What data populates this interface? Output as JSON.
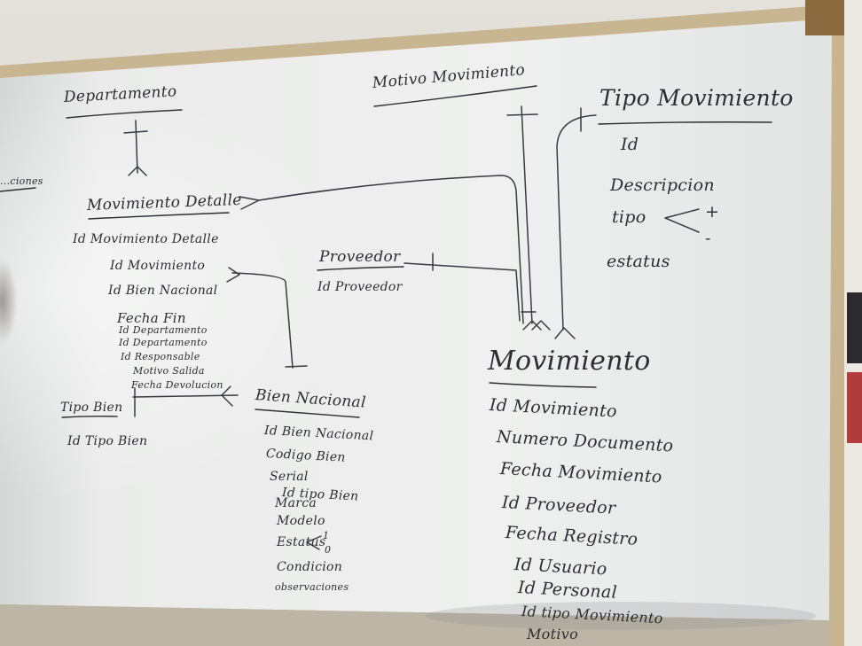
{
  "colors": {
    "ink": "#2e2e33",
    "board": "#e9eaea",
    "frame": "#c9b48d",
    "wall": "#d8d6cf"
  },
  "entities": {
    "departamento": {
      "name": "Departamento"
    },
    "motivo_movimiento": {
      "name": "Motivo Movimiento"
    },
    "tipo_movimiento": {
      "name": "Tipo Movimiento",
      "attributes": [
        "Id",
        "Descripcion",
        "tipo",
        "estatus"
      ]
    },
    "movimiento_detalle": {
      "name": "Movimiento Detalle",
      "attributes": [
        "Id Movimiento Detalle",
        "Id Movimiento",
        "Id Bien Nacional",
        "Fecha Fin",
        "Id Departamento",
        "Id Departamento",
        "Id Responsable",
        "Motivo Salida",
        "Fecha Devolucion"
      ]
    },
    "proveedor": {
      "name": "Proveedor",
      "attributes": [
        "Id Proveedor"
      ]
    },
    "movimiento": {
      "name": "Movimiento",
      "attributes": [
        "Id Movimiento",
        "Numero Documento",
        "Fecha Movimiento",
        "Id Proveedor",
        "Fecha Registro",
        "Id Usuario",
        "Id Personal",
        "Id tipo Movimiento",
        "Motivo"
      ]
    },
    "tipo_bien": {
      "name": "Tipo Bien",
      "attributes": [
        "Id Tipo Bien"
      ]
    },
    "bien_nacional": {
      "name": "Bien Nacional",
      "attributes": [
        "Id Bien Nacional",
        "Codigo Bien",
        "Serial",
        "Id tipo Bien",
        "Marca",
        "Modelo",
        "Estatus",
        "Condicion",
        "observaciones"
      ]
    },
    "left_edge_fragment": {
      "name": "...ciones"
    }
  },
  "annotations": {
    "tipo_values": [
      "+",
      "-"
    ],
    "estatus_values": [
      "1",
      "0"
    ]
  }
}
